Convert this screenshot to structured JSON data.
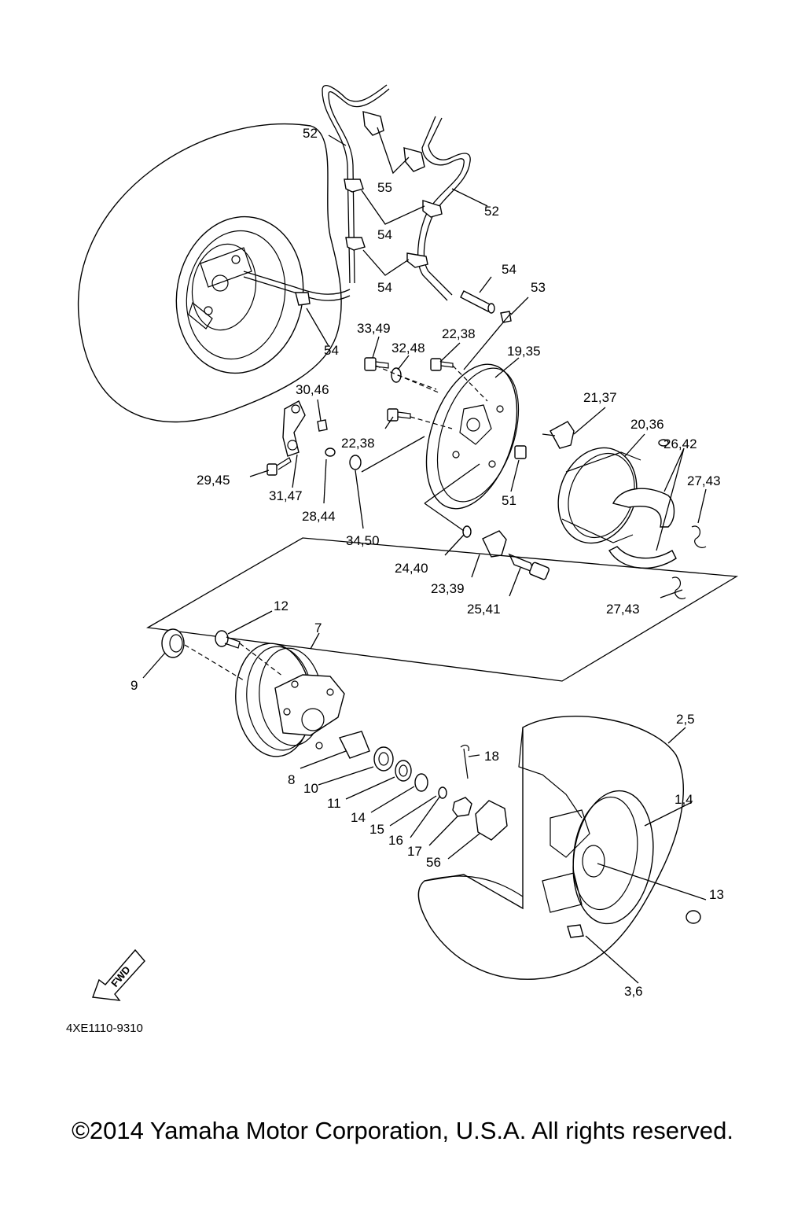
{
  "labels": {
    "l52a": "52",
    "l55": "55",
    "l52b": "52",
    "l54a": "54",
    "l54b": "54",
    "l54c": "54",
    "l54d": "54",
    "l53": "53",
    "l33_49": "33,49",
    "l32_48": "32,48",
    "l22_38a": "22,38",
    "l19_35": "19,35",
    "l21_37": "21,37",
    "l30_46": "30,46",
    "l22_38b": "22,38",
    "l20_36": "20,36",
    "l26_42": "26,42",
    "l27_43a": "27,43",
    "l29_45": "29,45",
    "l31_47": "31,47",
    "l28_44": "28,44",
    "l51": "51",
    "l34_50": "34,50",
    "l24_40": "24,40",
    "l23_39": "23,39",
    "l25_41": "25,41",
    "l27_43b": "27,43",
    "l12": "12",
    "l7": "7",
    "l9": "9",
    "l2_5": "2,5",
    "l1_4": "1,4",
    "l18": "18",
    "l8": "8",
    "l10": "10",
    "l11": "11",
    "l14": "14",
    "l15": "15",
    "l16": "16",
    "l17": "17",
    "l56": "56",
    "l13": "13",
    "l3_6": "3,6"
  },
  "fwd_badge": "FWD",
  "diagram_code": "4XE1110-9310",
  "copyright": "©2014 Yamaha Motor Corporation, U.S.A. All rights reserved."
}
